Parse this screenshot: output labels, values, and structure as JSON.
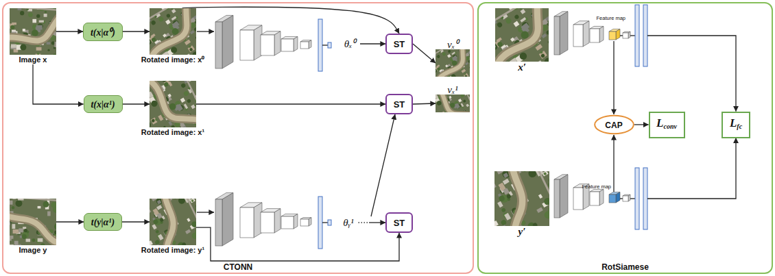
{
  "diagram": {
    "nodes": [
      {
        "text": [
          "CTONN"
        ]
      },
      {
        "text": [
          "Image x"
        ],
        "in": 0
      },
      {
        "text": [
          "t(x|α⁰)"
        ],
        "in": 0
      },
      {
        "text": [
          "Rotated image: x⁰"
        ],
        "in": 0
      },
      {
        "text": [
          "ST"
        ],
        "in": 0
      },
      {
        "text": [
          "vₓ⁰"
        ],
        "in": 0
      },
      {
        "text": [
          "t(x|α¹)"
        ],
        "in": 0
      },
      {
        "text": [
          "Rotated image: x¹"
        ],
        "in": 0
      },
      {
        "text": [
          "ST"
        ],
        "in": 0
      },
      {
        "text": [
          "vₓ¹"
        ],
        "in": 0
      },
      {
        "text": [
          "Image y"
        ],
        "in": 0
      },
      {
        "text": [
          "t(y|α¹)"
        ],
        "in": 0
      },
      {
        "text": [
          "Rotated image: y¹"
        ],
        "in": 0
      },
      {
        "text": [
          "ST"
        ],
        "in": 0
      },
      {
        "text": [
          "RotSiamese"
        ]
      },
      {
        "text": [
          "x′"
        ],
        "in": 14
      },
      {
        "text": [
          "y′"
        ],
        "in": 14
      },
      {
        "text": [
          "CAP"
        ],
        "in": 14
      },
      {
        "text": [
          "Lconv"
        ],
        "in": 14
      },
      {
        "text": [
          "Lfc"
        ],
        "in": 14
      }
    ],
    "edges": [
      {
        "from": 1,
        "to": 2,
        "arrow": "to"
      },
      {
        "from": 2,
        "to": 3,
        "arrow": "to"
      },
      {
        "from": 3,
        "to": 4,
        "arrow": "to"
      },
      {
        "from": 4,
        "to": 5,
        "arrow": "to"
      },
      {
        "from": 1,
        "to": 6,
        "arrow": "to"
      },
      {
        "from": 6,
        "to": 7,
        "arrow": "to"
      },
      {
        "from": 7,
        "to": 8,
        "arrow": "to"
      },
      {
        "from": 8,
        "to": 9,
        "arrow": "to"
      },
      {
        "from": 10,
        "to": 11,
        "arrow": "to"
      },
      {
        "from": 11,
        "to": 12,
        "arrow": "to"
      },
      {
        "from": 12,
        "to": 13,
        "arrow": "to"
      },
      {
        "from": 17,
        "to": 18,
        "arrow": "to"
      }
    ],
    "labels": [
      "θₓ⁰",
      "θᵧ¹",
      "Feature map",
      "Feature map"
    ]
  }
}
